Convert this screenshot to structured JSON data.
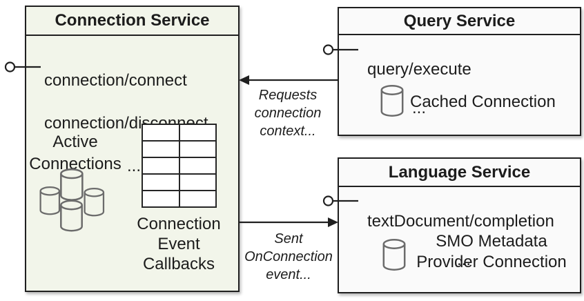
{
  "colors": {
    "connection_fill": "#f2f5ea",
    "service_fill": "#fafafa",
    "border": "#1f1f1f",
    "cylinder_stroke": "#6b6b6b",
    "text": "#1c1c1c"
  },
  "connection_service": {
    "title": "Connection Service",
    "methods": [
      "connection/connect",
      "connection/disconnect"
    ],
    "ellipsis": "...",
    "active_connections_label": "Active\nConnections",
    "callbacks_label": "Connection\nEvent\nCallbacks",
    "table": {
      "rows": 5,
      "cols": 2
    }
  },
  "query_service": {
    "title": "Query Service",
    "methods": [
      "query/execute"
    ],
    "ellipsis": "...",
    "cache_label": "Cached Connection"
  },
  "language_service": {
    "title": "Language Service",
    "methods": [
      "textDocument/completion"
    ],
    "ellipsis": "...",
    "cache_label": "SMO Metadata\nProvider Connection"
  },
  "arrows": [
    {
      "label": "Requests\nconnection\ncontext...",
      "direction": "left"
    },
    {
      "label": "Sent\nOnConnection\nevent...",
      "direction": "right"
    }
  ]
}
